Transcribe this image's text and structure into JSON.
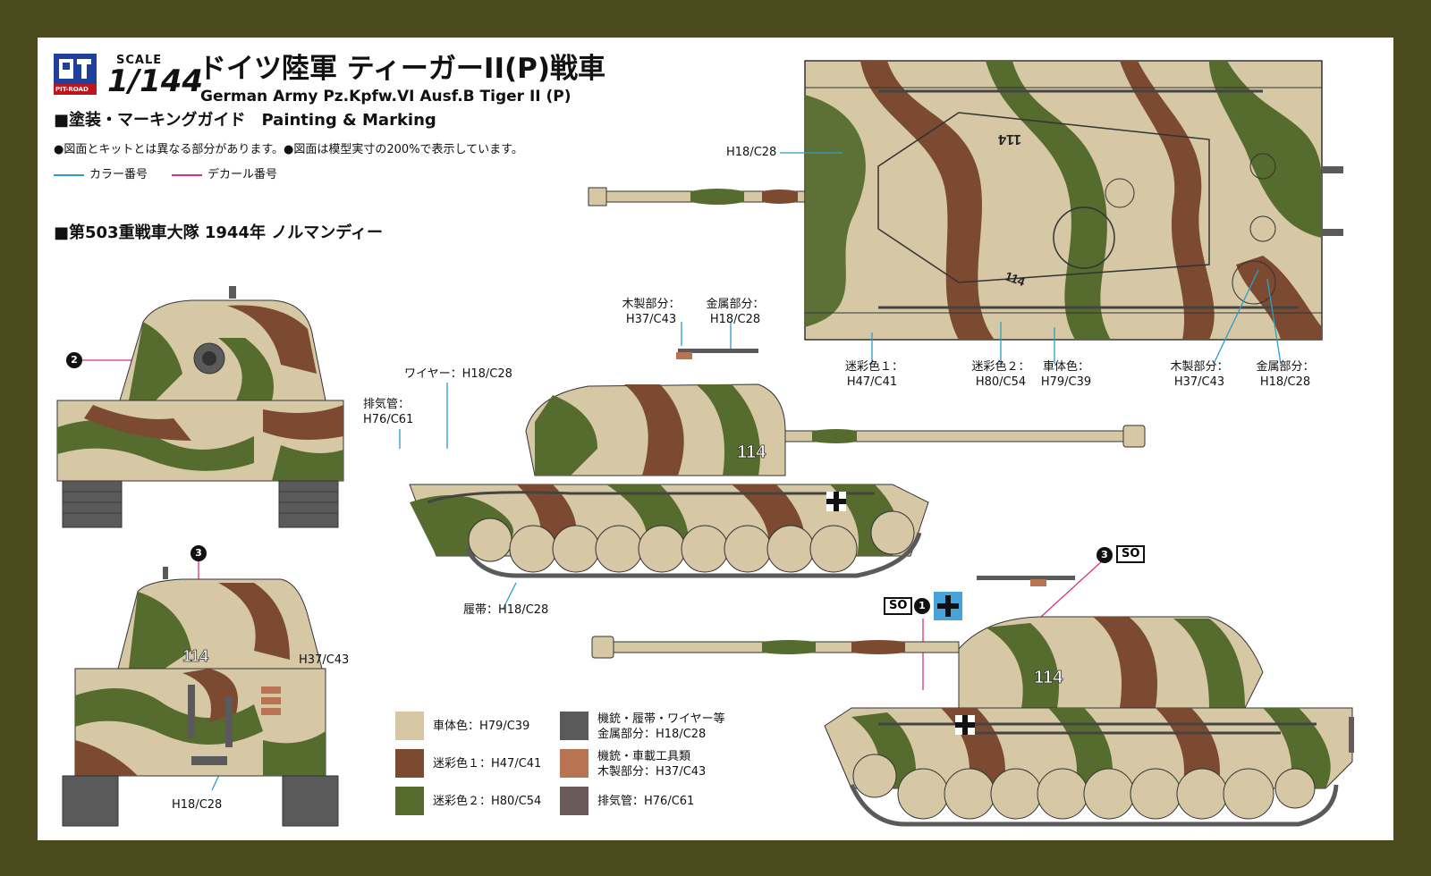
{
  "colors": {
    "frame": "#4a4a1c",
    "base": "#d6c8a5",
    "brown": "#7b4a30",
    "green": "#566b2e",
    "metal": "#5b5a5a",
    "wood": "#b87352",
    "exhaust": "#6a5a5a",
    "color_line": "#2a9fc9",
    "decal_line": "#d6317f"
  },
  "header": {
    "logo_text": "PIT-ROAD",
    "scale_word": "SCALE",
    "scale_value": "1/144",
    "title_jp": "ドイツ陸軍 ティーガーII(P)戦車",
    "title_en": "German Army Pz.Kpfw.VI Ausf.B Tiger II (P)",
    "guide_title": "■塗装・マーキングガイド　Painting & Marking",
    "note": "●図面とキットとは異なる部分があります。●図面は模型実寸の200%で表示しています。",
    "legend_color": "カラー番号",
    "legend_decal": "デカール番号"
  },
  "unit": "■第503重戦車大隊 1944年 ノルマンディー",
  "callouts": {
    "top_gun": "H18/C28",
    "side_wood_l1": "木製部分：",
    "side_wood_l2": "H37/C43",
    "side_metal_l1": "金属部分：",
    "side_metal_l2": "H18/C28",
    "wire": "ワイヤー：H18/C28",
    "exhaust_l1": "排気管：",
    "exhaust_l2": "H76/C61",
    "track": "履帯：H18/C28",
    "camo1_l1": "迷彩色１：",
    "camo1_l2": "H47/C41",
    "camo2_l1": "迷彩色２：",
    "camo2_l2": "H80/C54",
    "body_l1": "車体色：",
    "body_l2": "H79/C39",
    "wood2_l1": "木製部分：",
    "wood2_l2": "H37/C43",
    "metal2_l1": "金属部分：",
    "metal2_l2": "H18/C28",
    "rear_wood": "H37/C43",
    "rear_metal": "H18/C28"
  },
  "badges": {
    "b1": "1",
    "b2": "2",
    "b3": "3",
    "so": "SO",
    "number": "114"
  },
  "swatches": [
    {
      "label": "車体色：H79/C39",
      "color": "#d6c8a5"
    },
    {
      "label": "迷彩色１：H47/C41",
      "color": "#7b4a30"
    },
    {
      "label": "迷彩色２：H80/C54",
      "color": "#566b2e"
    },
    {
      "label_l1": "機銃・履帯・ワイヤー等",
      "label_l2": "金属部分：H18/C28",
      "color": "#5b5a5a"
    },
    {
      "label_l1": "機銃・車載工具類",
      "label_l2": "木製部分：H37/C43",
      "color": "#b87352"
    },
    {
      "label": "排気管：H76/C61",
      "color": "#6a5a5a"
    }
  ]
}
